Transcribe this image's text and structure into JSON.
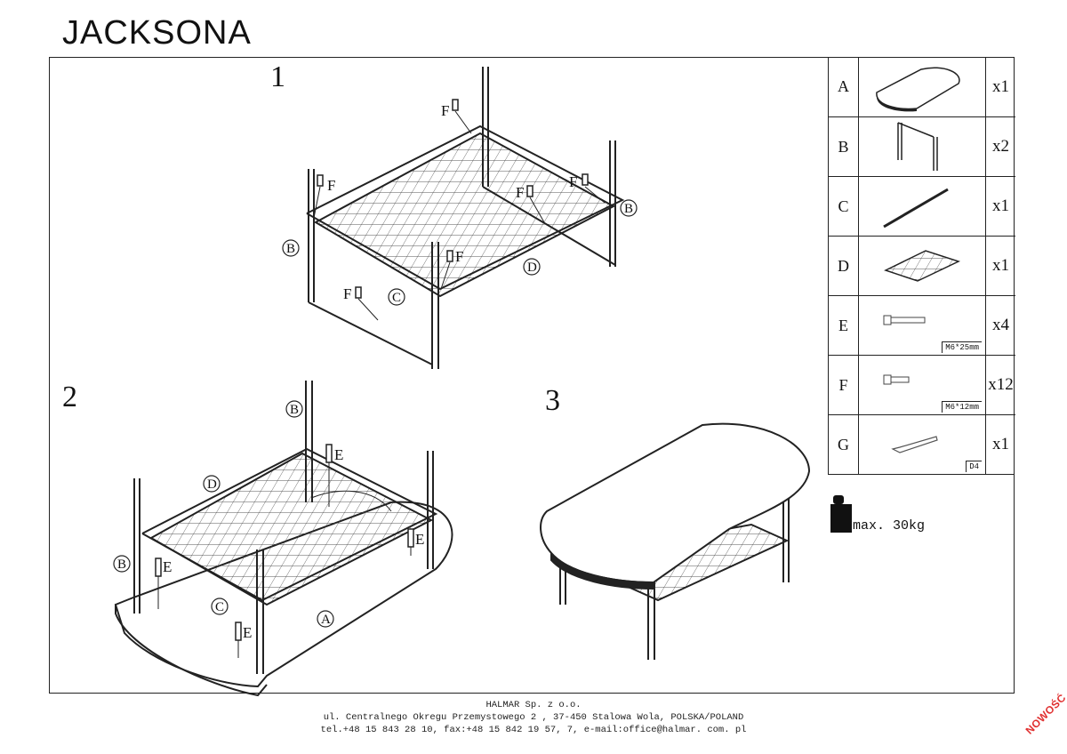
{
  "header": {
    "title": "JACKSONA"
  },
  "steps": {
    "s1": "1",
    "s2": "2",
    "s3": "3"
  },
  "callouts": {
    "F": "F",
    "E": "E",
    "A": "A",
    "B": "B",
    "C": "C",
    "D": "D"
  },
  "parts": [
    {
      "letter": "A",
      "qty": "x1",
      "icon": "tabletop-icon",
      "size": ""
    },
    {
      "letter": "B",
      "qty": "x2",
      "icon": "leg-frame-icon",
      "size": ""
    },
    {
      "letter": "C",
      "qty": "x1",
      "icon": "crossbar-icon",
      "size": ""
    },
    {
      "letter": "D",
      "qty": "x1",
      "icon": "mesh-shelf-icon",
      "size": ""
    },
    {
      "letter": "E",
      "qty": "x4",
      "icon": "long-screw-icon",
      "size": "M6*25mm"
    },
    {
      "letter": "F",
      "qty": "x12",
      "icon": "short-screw-icon",
      "size": "M6*12mm"
    },
    {
      "letter": "G",
      "qty": "x1",
      "icon": "allen-key-icon",
      "size": "D4"
    }
  ],
  "max_load": "max. 30kg",
  "footer": {
    "company": "HALMAR Sp. z o.o.",
    "address": "ul. Centralnego Okregu Przemystowego 2 , 37-450 Stalowa Wola, POLSKA/POLAND",
    "contact": "tel.+48 15 843 28 10, fax:+48 15 842 19 57, 7, e-mail:office@halmar. com. pl"
  },
  "badge": "NOWOŚĆ",
  "colors": {
    "line": "#222222",
    "badge": "#e03030"
  }
}
